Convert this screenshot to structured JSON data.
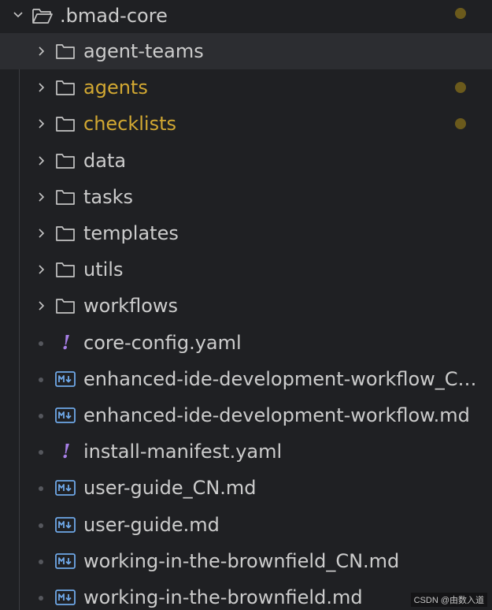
{
  "explorer": {
    "root": {
      "label": ".bmad-core",
      "expanded": true,
      "modified": true
    },
    "items": [
      {
        "type": "folder",
        "label": "agent-teams",
        "selected": true,
        "modified": false
      },
      {
        "type": "folder",
        "label": "agents",
        "selected": false,
        "modified": true
      },
      {
        "type": "folder",
        "label": "checklists",
        "selected": false,
        "modified": true
      },
      {
        "type": "folder",
        "label": "data",
        "selected": false,
        "modified": false
      },
      {
        "type": "folder",
        "label": "tasks",
        "selected": false,
        "modified": false
      },
      {
        "type": "folder",
        "label": "templates",
        "selected": false,
        "modified": false
      },
      {
        "type": "folder",
        "label": "utils",
        "selected": false,
        "modified": false
      },
      {
        "type": "folder",
        "label": "workflows",
        "selected": false,
        "modified": false
      },
      {
        "type": "yaml",
        "label": "core-config.yaml",
        "selected": false,
        "modified": false
      },
      {
        "type": "md",
        "label": "enhanced-ide-development-workflow_CN.md",
        "selected": false,
        "modified": false
      },
      {
        "type": "md",
        "label": "enhanced-ide-development-workflow.md",
        "selected": false,
        "modified": false
      },
      {
        "type": "yaml",
        "label": "install-manifest.yaml",
        "selected": false,
        "modified": false
      },
      {
        "type": "md",
        "label": "user-guide_CN.md",
        "selected": false,
        "modified": false
      },
      {
        "type": "md",
        "label": "user-guide.md",
        "selected": false,
        "modified": false
      },
      {
        "type": "md",
        "label": "working-in-the-brownfield_CN.md",
        "selected": false,
        "modified": false
      },
      {
        "type": "md",
        "label": "working-in-the-brownfield.md",
        "selected": false,
        "modified": false
      }
    ]
  },
  "watermark": "CSDN @由数入道",
  "colors": {
    "background": "#1f2023",
    "selected_row": "#2c2d31",
    "modified_text": "#d2a832",
    "modified_dot": "#6b5a1c",
    "yaml_icon": "#a77fe6",
    "md_icon": "#6fa8e8"
  }
}
